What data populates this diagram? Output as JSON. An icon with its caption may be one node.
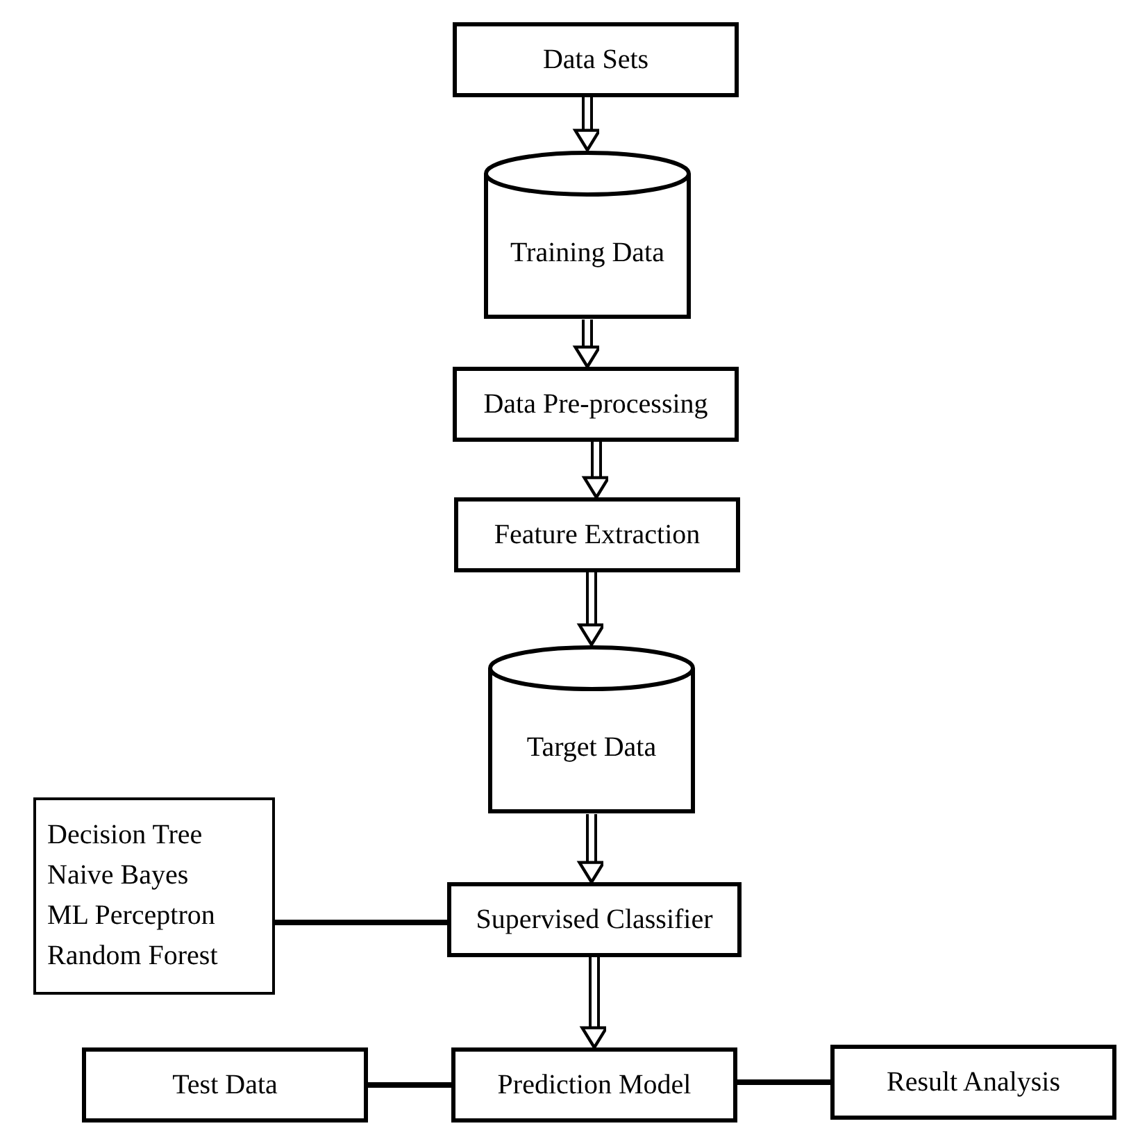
{
  "diagram": {
    "nodes": [
      {
        "text": [
          "Data Sets"
        ]
      },
      {
        "text": [
          "Training Data"
        ]
      },
      {
        "text": [
          "Data Pre-processing"
        ]
      },
      {
        "text": [
          "Feature Extraction"
        ]
      },
      {
        "text": [
          "Target Data"
        ]
      },
      {
        "text": [
          "Supervised Classifier"
        ]
      },
      {
        "text": [
          "Decision Tree",
          "Naive Bayes",
          "ML Perceptron",
          "Random Forest"
        ]
      },
      {
        "text": [
          "Test Data"
        ]
      },
      {
        "text": [
          "Prediction Model"
        ]
      },
      {
        "text": [
          "Result Analysis"
        ]
      }
    ],
    "edges": [
      {
        "from": 0,
        "to": 1,
        "arrow": "to"
      },
      {
        "from": 1,
        "to": 2,
        "arrow": "to"
      },
      {
        "from": 2,
        "to": 3,
        "arrow": "to"
      },
      {
        "from": 3,
        "to": 4,
        "arrow": "to"
      },
      {
        "from": 4,
        "to": 5,
        "arrow": "to"
      },
      {
        "from": 6,
        "to": 5,
        "arrow": "none",
        "style": "thick"
      },
      {
        "from": 5,
        "to": 8,
        "arrow": "to"
      },
      {
        "from": 7,
        "to": 8,
        "arrow": "none",
        "style": "thick"
      },
      {
        "from": 8,
        "to": 9,
        "arrow": "none",
        "style": "thick"
      }
    ]
  }
}
